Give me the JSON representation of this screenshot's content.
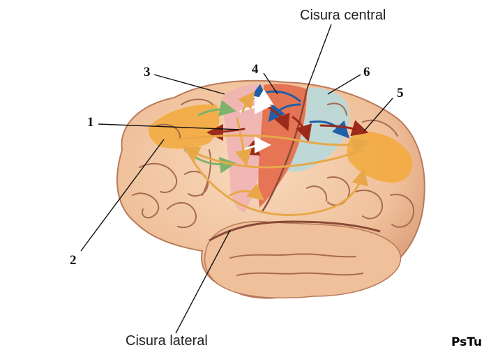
{
  "captions": {
    "central": "Cisura central",
    "lateral": "Cisura lateral"
  },
  "numbers": {
    "n1": "1",
    "n2": "2",
    "n3": "3",
    "n4": "4",
    "n5": "5",
    "n6": "6"
  },
  "watermark": "PsTu",
  "colors": {
    "brain": "#f2c9a4",
    "brain_shadow": "#dca482",
    "sulcus": "#8a4a38",
    "prefrontal_orange": "#f2a93b",
    "premotor_pink": "#f0b4b4",
    "motor_red": "#e36a4a",
    "sensory_blue": "#b9d8d8",
    "arrow_blue": "#1f5fa8",
    "arrow_red": "#9b2a1a",
    "arrow_green": "#7db36a",
    "arrow_tan": "#e8a84a"
  }
}
